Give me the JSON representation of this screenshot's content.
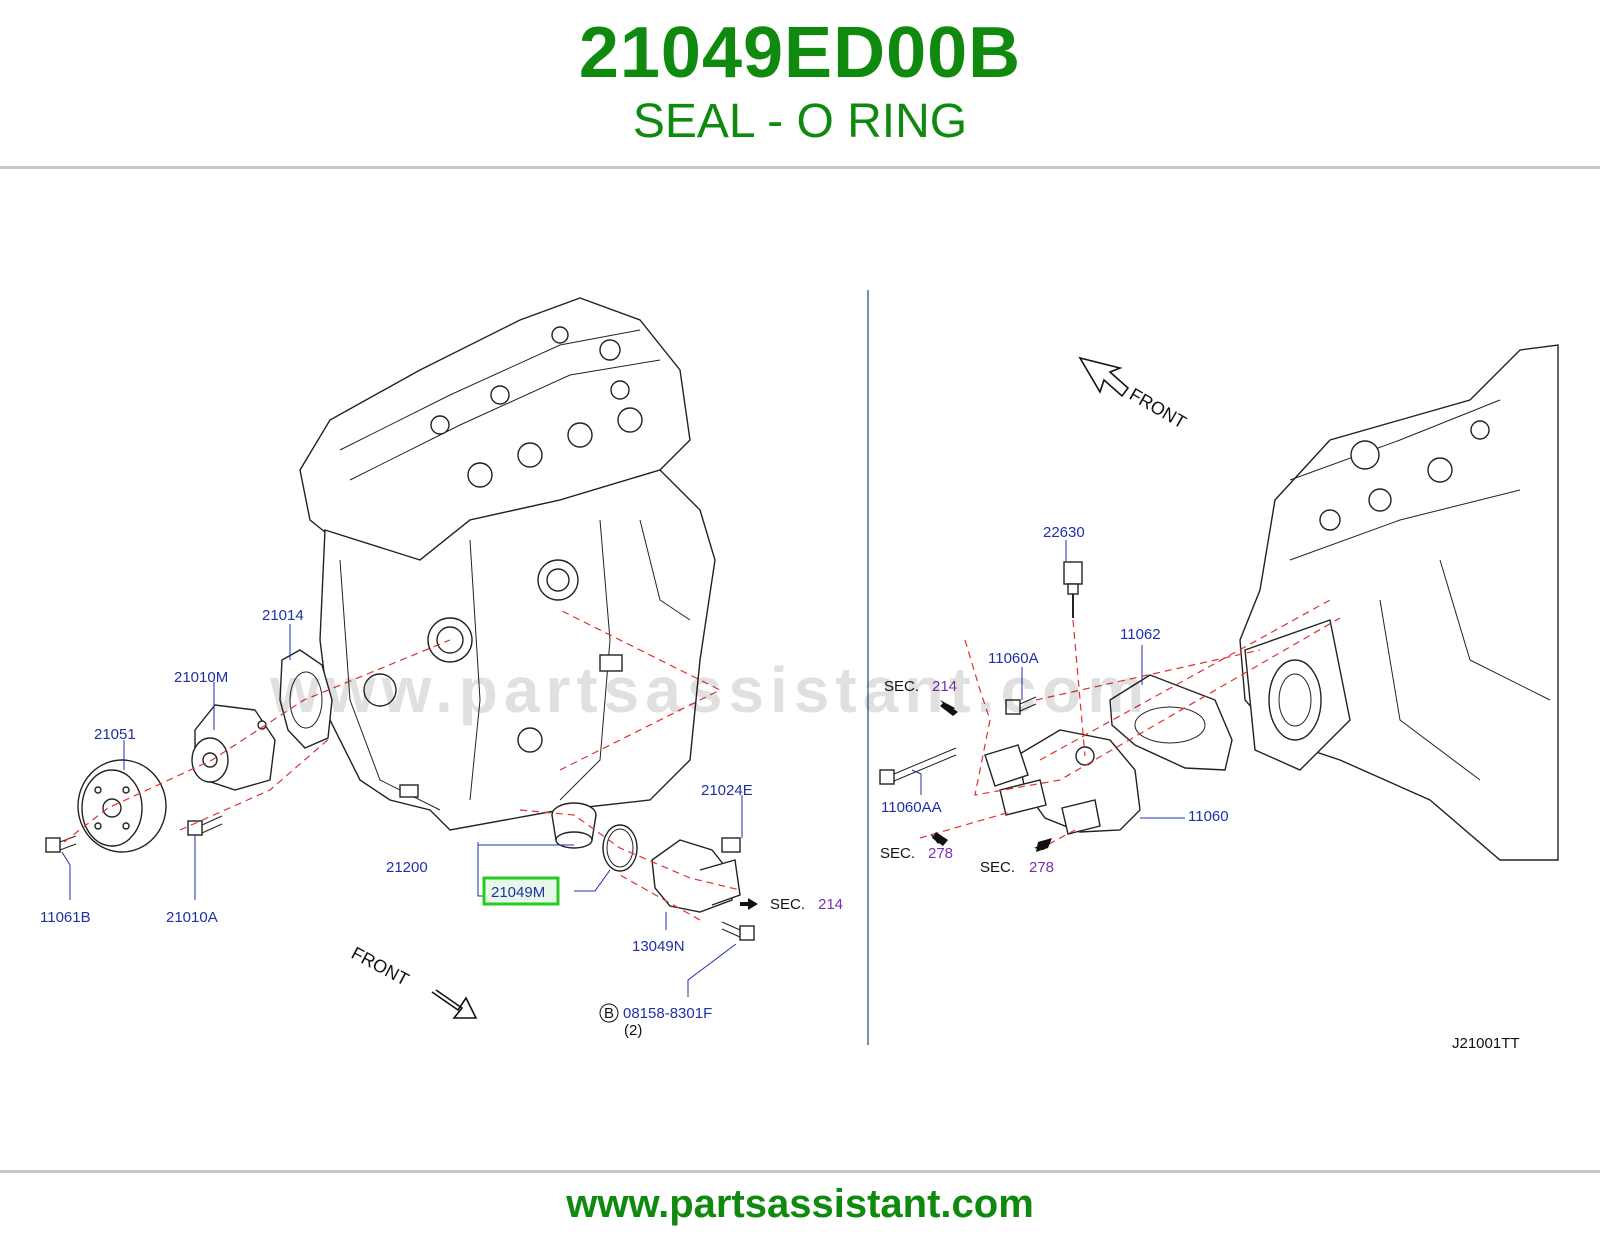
{
  "header": {
    "part_number": "21049ED00B",
    "description": "SEAL - O RING"
  },
  "footer": {
    "url": "www.partsassistant.com"
  },
  "watermark": "www.partsassistant.com",
  "diagram": {
    "code": "J21001TT",
    "front_label": "FRONT",
    "highlight_color": "#22cc22",
    "left": {
      "labels": {
        "p21014": "21014",
        "p21010M": "21010M",
        "p21051": "21051",
        "p11061B": "11061B",
        "p21010A": "21010A",
        "p21200": "21200",
        "p21049M": "21049M",
        "p21024E": "21024E",
        "p13049N": "13049N",
        "p08158": "08158-8301F",
        "p08158_qty": "(2)",
        "p08158_badge": "B",
        "sec_text": "SEC.",
        "sec_num": "214"
      }
    },
    "right": {
      "labels": {
        "p22630": "22630",
        "p11062": "11062",
        "p11060A": "11060A",
        "p11060AA": "11060AA",
        "p11060": "11060",
        "sec1_text": "SEC.",
        "sec1_num": "214",
        "sec2_text": "SEC.",
        "sec2_num": "278",
        "sec3_text": "SEC.",
        "sec3_num": "278"
      }
    }
  }
}
